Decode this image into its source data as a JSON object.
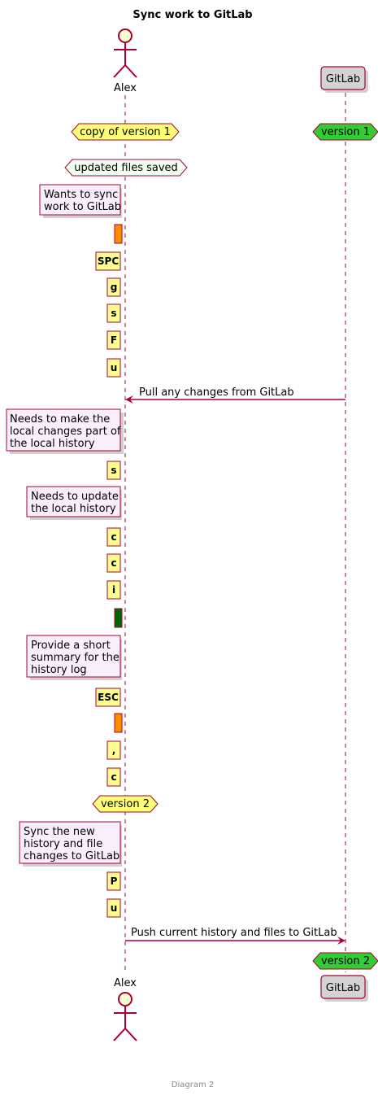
{
  "title": "Sync work to GitLab",
  "footer": "Diagram 2",
  "participants": {
    "alex": "Alex",
    "gitlab": "GitLab"
  },
  "states": {
    "copy_v1": "copy of version 1",
    "gitlab_v1": "version 1",
    "updated": "updated files saved",
    "alex_v2": "version 2",
    "gitlab_v2": "version 2"
  },
  "notes": {
    "sync": [
      "Wants to sync",
      "work to GitLab"
    ],
    "make_local": [
      "Needs to make the",
      "local changes part of",
      "the local history"
    ],
    "update_history": [
      "Needs to update",
      "the local history"
    ],
    "summary": [
      "Provide a short",
      "summary for the",
      "history log"
    ],
    "sync_new": [
      "Sync the new",
      "history and file",
      "changes to GitLab"
    ]
  },
  "keys": {
    "spc": "SPC",
    "g": "g",
    "s1": "s",
    "F": "F",
    "u1": "u",
    "s2": "s",
    "c1": "c",
    "c2": "c",
    "i": "i",
    "esc": "ESC",
    "comma": ",",
    "c3": "c",
    "P": "P",
    "u2": "u"
  },
  "messages": {
    "pull": "Pull any changes from GitLab",
    "push": "Push current history and files to GitLab"
  },
  "colors": {
    "lifeline": "#A80036",
    "note_fill": "#FBEEFC",
    "key_fill": "#FEFE8F",
    "version_fill": "#FFFF77",
    "gitlab_version_fill": "#32CD32",
    "updated_fill": "#F0FFF0",
    "orange_mark": "#FF8C00",
    "green_mark": "#006400",
    "participant_fill": "#D3D3D3",
    "actor_fill": "#FEFECE"
  }
}
